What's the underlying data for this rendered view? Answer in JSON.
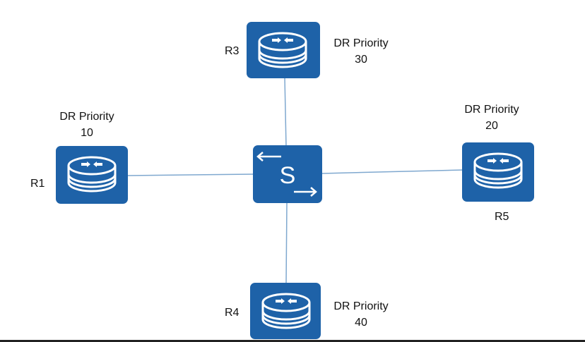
{
  "colors": {
    "device_fill": "#1e62a8",
    "device_symbol": "#ffffff",
    "link": "#7fa8cf",
    "text": "#111111"
  },
  "switch": {
    "icon": "switch-icon",
    "letter": "S"
  },
  "routers": [
    {
      "id": "R1",
      "label": "R1",
      "priority_label": "DR Priority",
      "priority": "10",
      "icon": "router-icon"
    },
    {
      "id": "R3",
      "label": "R3",
      "priority_label": "DR Priority",
      "priority": "30",
      "icon": "router-icon"
    },
    {
      "id": "R5",
      "label": "R5",
      "priority_label": "DR Priority",
      "priority": "20",
      "icon": "router-icon"
    },
    {
      "id": "R4",
      "label": "R4",
      "priority_label": "DR Priority",
      "priority": "40",
      "icon": "router-icon"
    }
  ],
  "links": [
    {
      "from": "S",
      "to": "R1"
    },
    {
      "from": "S",
      "to": "R3"
    },
    {
      "from": "S",
      "to": "R5"
    },
    {
      "from": "S",
      "to": "R4"
    }
  ]
}
